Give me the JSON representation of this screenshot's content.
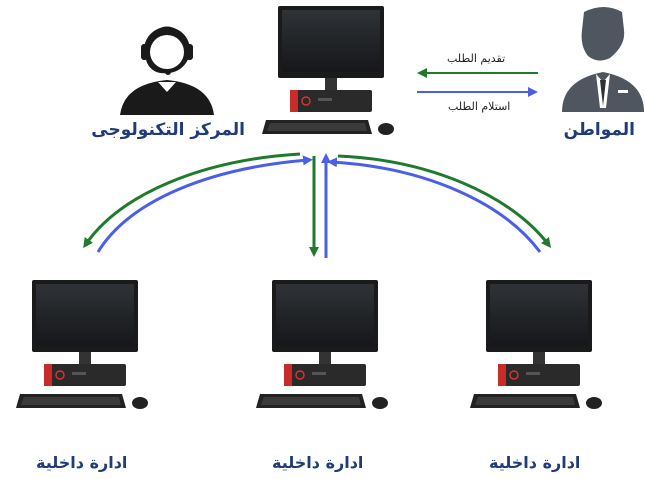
{
  "center": {
    "label": "المركز التكنولوجى"
  },
  "citizen": {
    "label": "المواطن"
  },
  "request_flow": {
    "submit_label": "تقديم الطلب",
    "receive_label": "استلام الطلب",
    "submit_color": "#1f7a2e",
    "receive_color": "#4b5fe6"
  },
  "departments": [
    {
      "label": "ادارة داخلية"
    },
    {
      "label": "ادارة داخلية"
    },
    {
      "label": "ادارة داخلية"
    }
  ],
  "colors": {
    "label_text": "#1f3b78",
    "green_arrow": "#1f7a2e",
    "blue_arrow": "#4b5fe6"
  }
}
